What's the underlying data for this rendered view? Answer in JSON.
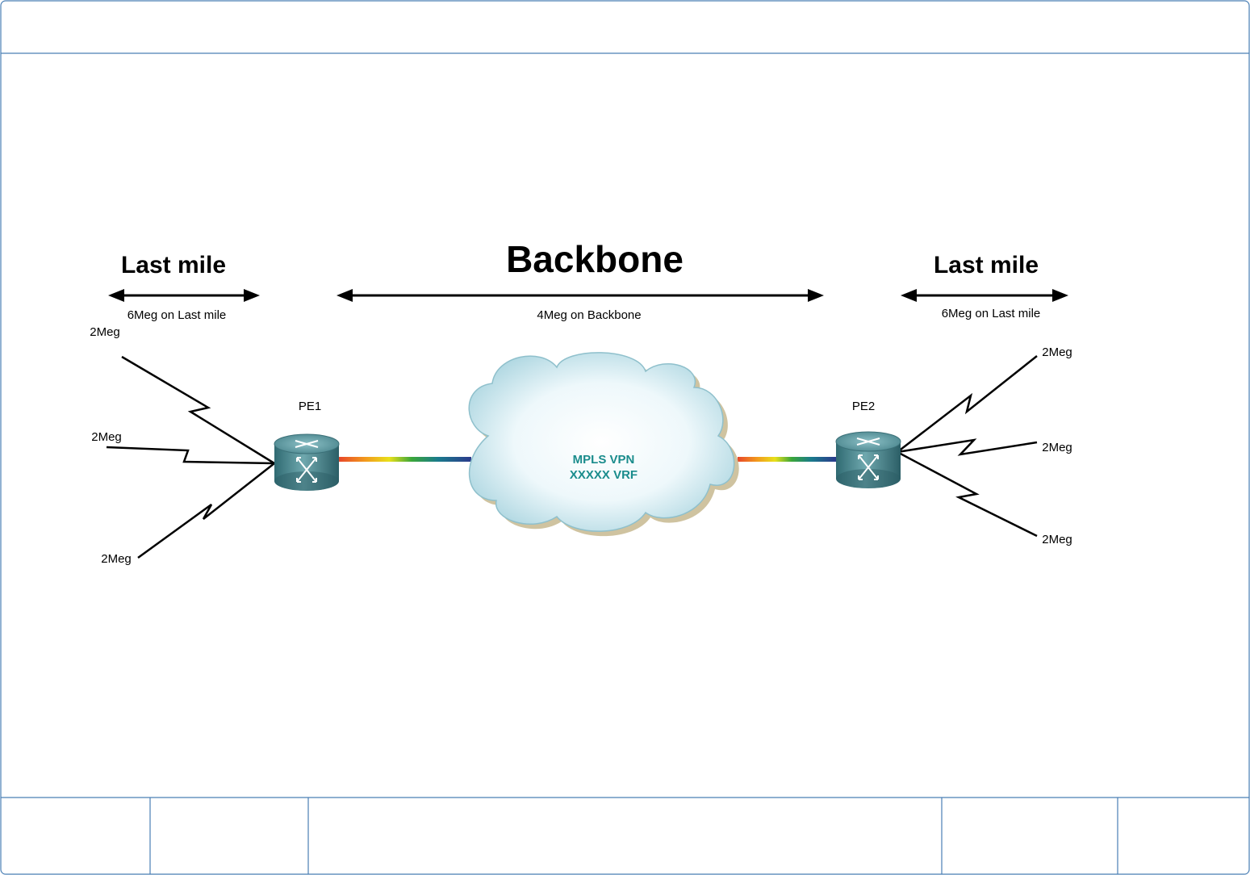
{
  "headings": {
    "left_section": "Last mile",
    "center_section": "Backbone",
    "right_section": "Last mile"
  },
  "bandwidth": {
    "left": "6Meg on Last mile",
    "center": "4Meg on Backbone",
    "right": "6Meg on Last mile"
  },
  "routers": {
    "left": "PE1",
    "right": "PE2"
  },
  "cloud": {
    "line1": "MPLS VPN",
    "line2": "XXXXX VRF"
  },
  "links": {
    "left": [
      "2Meg",
      "2Meg",
      "2Meg"
    ],
    "right": [
      "2Meg",
      "2Meg",
      "2Meg"
    ]
  },
  "colors": {
    "frame": "#4a7fb5",
    "cloud_text": "#1a8c8c",
    "router_body": "#4d8c94"
  }
}
